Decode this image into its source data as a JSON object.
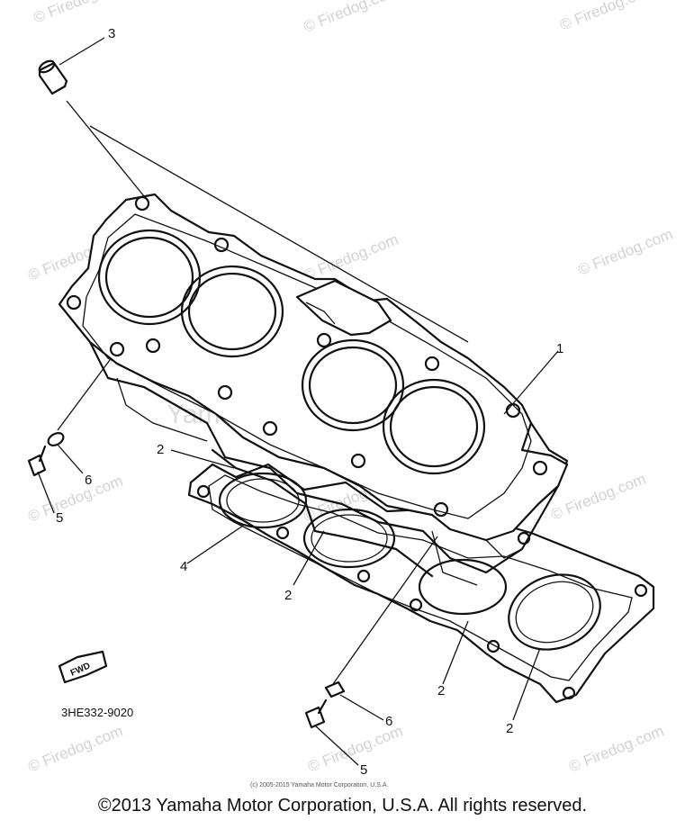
{
  "watermark": {
    "text": "© Firedog.com",
    "center_text": "Yamaha Motor Corp, U.S.A."
  },
  "callouts": {
    "c1": "1",
    "c2a": "2",
    "c2b": "2",
    "c2c": "2",
    "c2d": "2",
    "c3": "3",
    "c4": "4",
    "c5a": "5",
    "c5b": "5",
    "c6a": "6",
    "c6b": "6"
  },
  "part_code": "3HE332-9020",
  "fwd_label": "FWD",
  "small_copyright": "(c) 2005-2015 Yamaha Motor Corporation, U.S.A.",
  "footer_copyright": "©2013 Yamaha Motor Corporation, U.S.A. All rights reserved."
}
